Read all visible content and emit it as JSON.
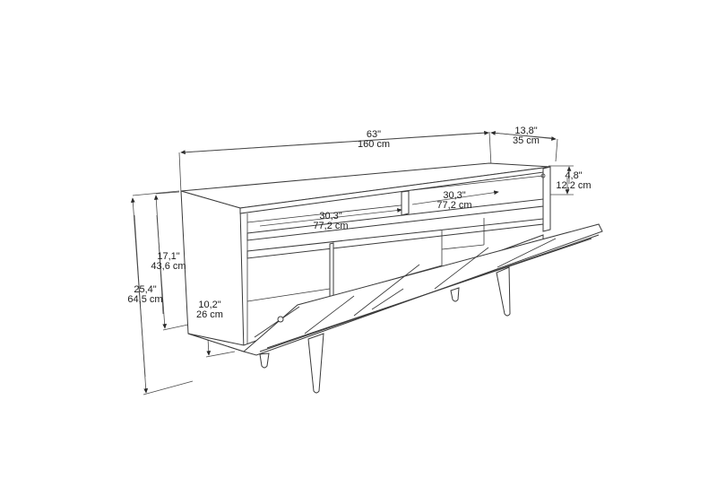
{
  "diagram": {
    "subject": "TV stand with drop-down front door (dimension drawing)",
    "colors": {
      "line": "#3a3a3a",
      "background": "#ffffff",
      "text": "#1a1a1a"
    },
    "dimensions": {
      "width": {
        "in": "63\"",
        "cm": "160 cm"
      },
      "depth": {
        "in": "13,8\"",
        "cm": "35 cm"
      },
      "top_gap": {
        "in": "4,8\"",
        "cm": "12,2 cm"
      },
      "shelf_left": {
        "in": "30,3\"",
        "cm": "77,2 cm"
      },
      "shelf_right": {
        "in": "30,3\"",
        "cm": "77,2 cm"
      },
      "body_height": {
        "in": "17,1\"",
        "cm": "43,6 cm"
      },
      "total_height": {
        "in": "25,4\"",
        "cm": "64,5 cm"
      },
      "inner_height": {
        "in": "10,2\"",
        "cm": "26 cm"
      }
    }
  }
}
